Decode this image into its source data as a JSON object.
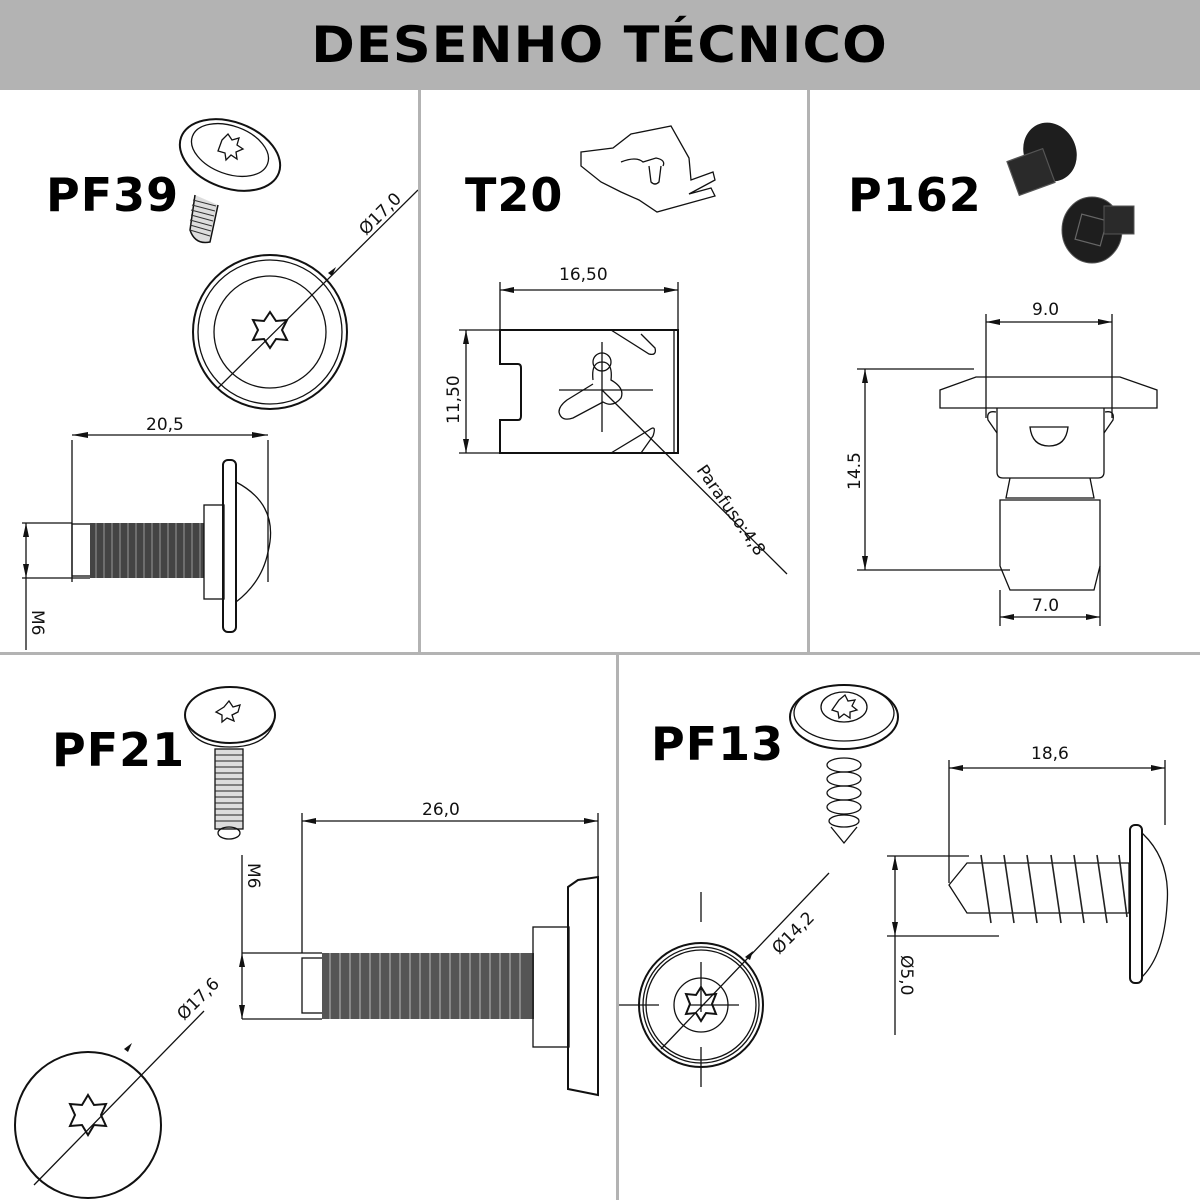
{
  "header": {
    "title": "DESENHO TÉCNICO",
    "background": "#b3b3b3"
  },
  "colors": {
    "divider": "#b3b3b3",
    "ink": "#111111",
    "part_fill_dark": "#2a2a2a"
  },
  "panels": [
    {
      "code": "PF39",
      "type": "torx flange screw",
      "dimensions": {
        "head_diameter": "Ø17,0",
        "length": "20,5",
        "thread": "M6"
      }
    },
    {
      "code": "T20",
      "type": "spring clip nut",
      "dimensions": {
        "width": "16,50",
        "height": "11,50",
        "screw_note": "Parafuso:4,8"
      }
    },
    {
      "code": "P162",
      "type": "plastic push nut",
      "dimensions": {
        "flange_width": "9.0",
        "height": "14.5",
        "body_width": "7.0"
      }
    },
    {
      "code": "PF21",
      "type": "torx flange screw",
      "dimensions": {
        "head_diameter": "Ø17,6",
        "length": "26,0",
        "thread": "M6"
      }
    },
    {
      "code": "PF13",
      "type": "self-tapping torx screw",
      "dimensions": {
        "head_diameter": "Ø14,2",
        "length": "18,6",
        "thread_diameter": "Ø5,0"
      }
    }
  ]
}
